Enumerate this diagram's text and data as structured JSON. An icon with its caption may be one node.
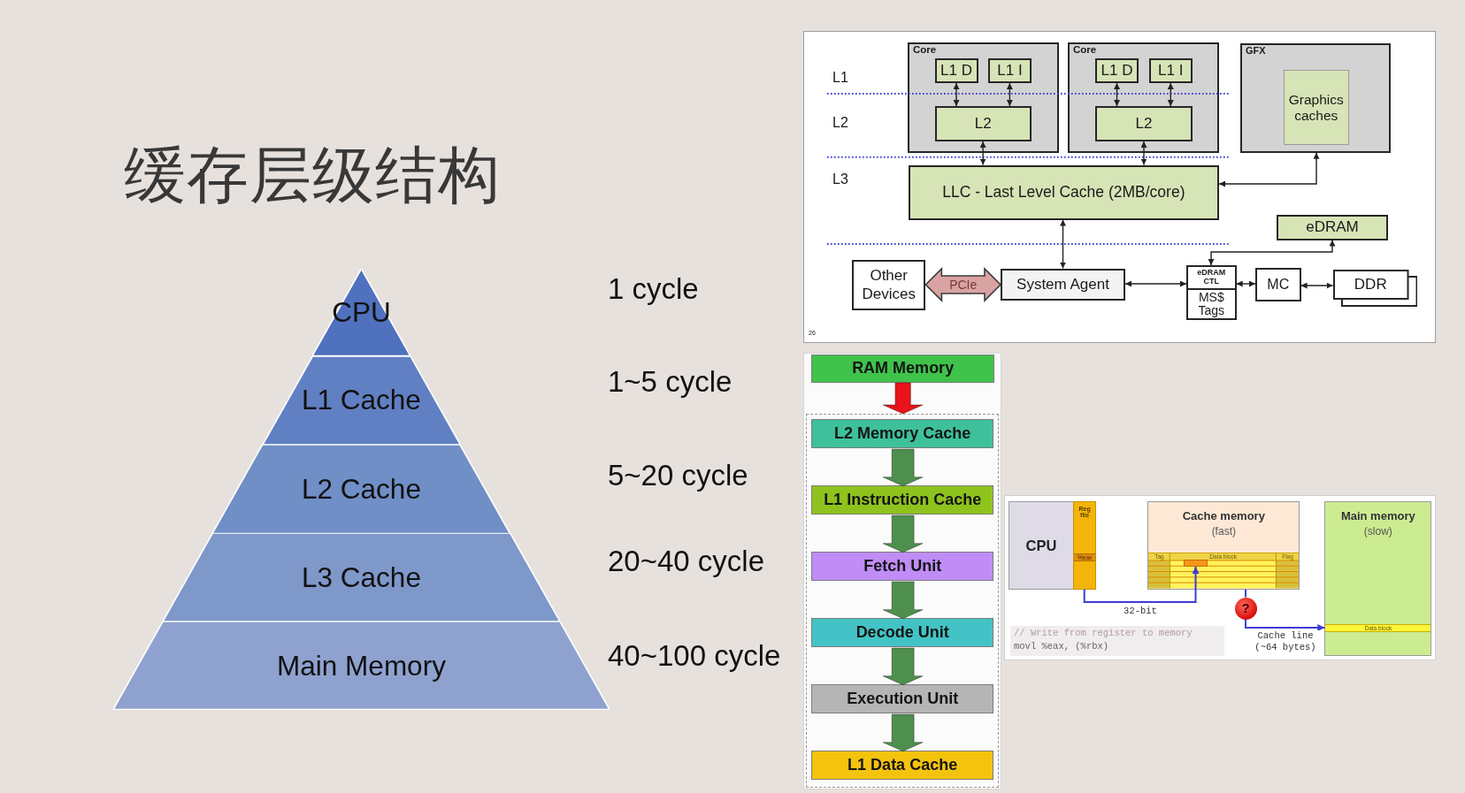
{
  "diagram": {
    "title": "缓存层级结构",
    "nodes": [
      {
        "text": [
          "CPU"
        ]
      },
      {
        "text": [
          "L1 Cache"
        ]
      },
      {
        "text": [
          "L2 Cache"
        ]
      },
      {
        "text": [
          "L3 Cache"
        ]
      },
      {
        "text": [
          "Main Memory"
        ]
      },
      {
        "text": [
          "Core"
        ]
      },
      {
        "text": [
          "L1 D"
        ],
        "in": 5
      },
      {
        "text": [
          "L1 I"
        ],
        "in": 5
      },
      {
        "text": [
          "L2"
        ],
        "in": 5
      },
      {
        "text": [
          "Core"
        ]
      },
      {
        "text": [
          "L1 D"
        ],
        "in": 9
      },
      {
        "text": [
          "L1 I"
        ],
        "in": 9
      },
      {
        "text": [
          "L2"
        ],
        "in": 9
      },
      {
        "text": [
          "GFX"
        ]
      },
      {
        "text": [
          "Graphics caches"
        ],
        "in": 13
      },
      {
        "text": [
          "LLC - Last Level Cache (2MB/core)"
        ]
      },
      {
        "text": [
          "eDRAM"
        ]
      },
      {
        "text": [
          "Other Devices"
        ]
      },
      {
        "text": [
          "System Agent"
        ]
      },
      {
        "text": [
          "eDRAM CTL"
        ]
      },
      {
        "text": [
          "MS$ Tags"
        ]
      },
      {
        "text": [
          "MC"
        ]
      },
      {
        "text": [
          "DDR"
        ]
      },
      {
        "text": [
          "RAM Memory"
        ]
      },
      {
        "text": [],
        "shape": "box"
      },
      {
        "text": [
          "L2 Memory Cache"
        ],
        "in": 24
      },
      {
        "text": [
          "L1 Instruction Cache"
        ],
        "in": 24
      },
      {
        "text": [
          "Fetch Unit"
        ],
        "in": 24
      },
      {
        "text": [
          "Decode Unit"
        ],
        "in": 24
      },
      {
        "text": [
          "Execution Unit"
        ],
        "in": 24
      },
      {
        "text": [
          "L1 Data Cache"
        ],
        "in": 24
      },
      {
        "text": [
          "CPU"
        ]
      },
      {
        "text": [
          "Reg file",
          "%eax"
        ],
        "in": 31
      },
      {
        "text": [
          "Cache memory",
          "(fast)",
          "Tag",
          "Data block",
          "Flag"
        ]
      },
      {
        "text": [],
        "shape": "box",
        "in": 33
      },
      {
        "text": [
          "?"
        ]
      },
      {
        "text": [
          "Main memory",
          "(slow)",
          "Data block"
        ]
      }
    ],
    "edges": [
      {
        "from": 6,
        "to": 8,
        "arrow": "both"
      },
      {
        "from": 7,
        "to": 8,
        "arrow": "both"
      },
      {
        "from": 10,
        "to": 12,
        "arrow": "both"
      },
      {
        "from": 11,
        "to": 12,
        "arrow": "both"
      },
      {
        "from": 8,
        "to": 15,
        "arrow": "both"
      },
      {
        "from": 12,
        "to": 15,
        "arrow": "both"
      },
      {
        "from": 15,
        "to": 13,
        "arrow": "both"
      },
      {
        "from": 15,
        "to": 18,
        "arrow": "both"
      },
      {
        "from": 17,
        "to": 18,
        "arrow": "both",
        "label": "PCIe",
        "style": "thick",
        "color": "#d9a3a3"
      },
      {
        "from": 18,
        "to": 19,
        "arrow": "both"
      },
      {
        "from": 16,
        "to": 19,
        "arrow": "both"
      },
      {
        "from": 19,
        "to": 21,
        "arrow": "both"
      },
      {
        "from": 21,
        "to": 22,
        "arrow": "both"
      },
      {
        "from": 23,
        "to": 24,
        "arrow": "to",
        "style": "thick",
        "color": "#e8141a"
      },
      {
        "from": 25,
        "to": 26,
        "arrow": "to",
        "style": "thick",
        "color": "#4e8f4e"
      },
      {
        "from": 26,
        "to": 27,
        "arrow": "to",
        "style": "thick",
        "color": "#4e8f4e"
      },
      {
        "from": 27,
        "to": 28,
        "arrow": "to",
        "style": "thick",
        "color": "#4e8f4e"
      },
      {
        "from": 28,
        "to": 29,
        "arrow": "to",
        "style": "thick",
        "color": "#4e8f4e"
      },
      {
        "from": 29,
        "to": 30,
        "arrow": "to",
        "style": "thick",
        "color": "#4e8f4e"
      },
      {
        "from": 32,
        "to": 34,
        "arrow": "to",
        "label": "32-bit",
        "color": "#3d3dd4"
      },
      {
        "from": 33,
        "to": 35,
        "arrow": "none",
        "color": "#3d3dd4"
      },
      {
        "from": 35,
        "to": 36,
        "arrow": "to",
        "label": "Cache line (~64 bytes)",
        "color": "#3d3dd4"
      }
    ],
    "labels": [
      "1 cycle",
      "1~5 cycle",
      "5~20 cycle",
      "20~40 cycle",
      "40~100 cycle",
      "L1",
      "L2",
      "L3",
      "26",
      "// Write from register to memory",
      "movl %eax, (%rbx)"
    ]
  }
}
